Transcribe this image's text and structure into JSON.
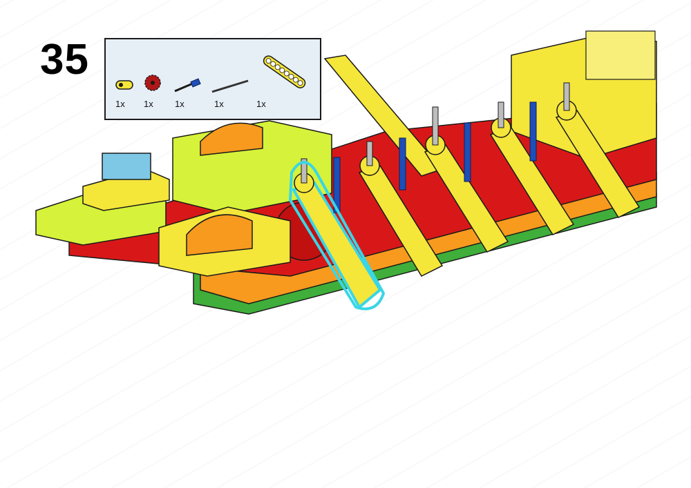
{
  "step": {
    "number": "35"
  },
  "parts_list": {
    "items": [
      {
        "name": "yellow-connector",
        "qty": "1x",
        "color": "#f5e63a"
      },
      {
        "name": "red-gear",
        "qty": "1x",
        "color": "#b01818"
      },
      {
        "name": "blue-axle-pin",
        "qty": "1x",
        "color": "#1e4fb8"
      },
      {
        "name": "black-axle",
        "qty": "1x",
        "color": "#333333"
      },
      {
        "name": "yellow-liftarm",
        "qty": "1x",
        "color": "#f5e63a"
      }
    ]
  },
  "colors": {
    "yellow": "#f5e63a",
    "lime": "#d6f23a",
    "red": "#d81818",
    "orange": "#f79a1e",
    "green": "#3fae3a",
    "blue": "#1e4fb8",
    "highlight": "#39d6e6",
    "gray": "#bdbdbd"
  }
}
